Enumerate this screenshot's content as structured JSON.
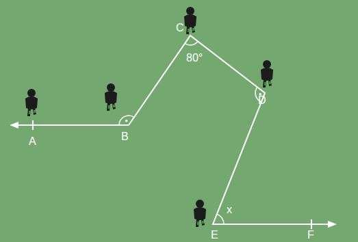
{
  "diagram": {
    "labels": [
      "A",
      "B",
      "C",
      "D",
      "E",
      "F",
      "80°",
      "x"
    ]
  }
}
